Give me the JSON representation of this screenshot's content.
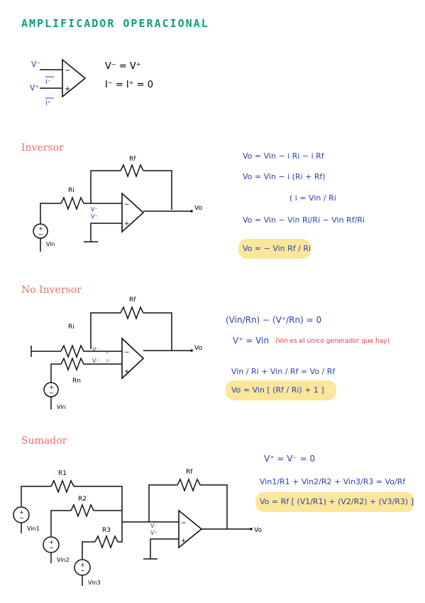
{
  "title": "AMPLIFICADOR OPERACIONAL",
  "colors": {
    "title": "#0e9e7e",
    "section_header": "#e8706a",
    "equations": "#2c3fb0",
    "note": "#e03a3a",
    "highlight": "#fbe79a",
    "wire": "#111111"
  },
  "intro": {
    "labels": {
      "vminus": "V⁻",
      "vplus": "V⁺",
      "iminus": "I⁻",
      "iplus": "I⁺"
    },
    "eq1": "V⁻ = V⁺",
    "eq2": "I⁻ = I⁺ = 0"
  },
  "inversor": {
    "header": "Inversor",
    "labels": {
      "rf": "Rf",
      "ri": "Ri",
      "vminus": "V⁻",
      "vplus": "V⁺",
      "vo": "Vo",
      "vin": "Vin",
      "src_plus": "+",
      "src_minus": "−"
    },
    "eq1": "Vo = Vin − i Ri − i Rf",
    "eq2": "Vo = Vin − i (Ri + Rf)",
    "eq3": "( i = Vin / Ri",
    "eq4": "Vo = Vin − Vin Ri/Ri − Vin Rf/Ri",
    "result": "Vo = − Vin Rf / Ri"
  },
  "no_inversor": {
    "header": "No Inversor",
    "labels": {
      "rf": "Rf",
      "ri": "Ri",
      "rn": "Rn",
      "vminus": "V⁻",
      "vplus": "V⁺",
      "iminus": "I⁻",
      "iplus": "I⁺",
      "vo": "Vo",
      "vin": "Vin"
    },
    "eq1": "(Vin/Rn) − (V⁺/Rn) = 0",
    "eq2": "V⁺ = Vin",
    "note": "(Vin es el único generador que hay)",
    "eq3": "Vin / Ri  +  Vin / Rf  =  Vo / Rf",
    "result": "Vo = Vin [ (Rf / Ri) + 1 ]"
  },
  "sumador": {
    "header": "Sumador",
    "labels": {
      "r1": "R1",
      "r2": "R2",
      "r3": "R3",
      "rf": "Rf",
      "vminus": "V⁻",
      "vplus": "V⁺",
      "vo": "Vo",
      "vin1": "Vin1",
      "vin2": "Vin2",
      "vin3": "Vin3"
    },
    "eq1": "V⁺ = V⁻ = 0",
    "eq2": "Vin1/R1 + Vin2/R2 + Vin3/R3 = Vo/Rf",
    "result": "Vo = Rf [ (V1/R1) + (V2/R2) + (V3/R3) ]"
  }
}
